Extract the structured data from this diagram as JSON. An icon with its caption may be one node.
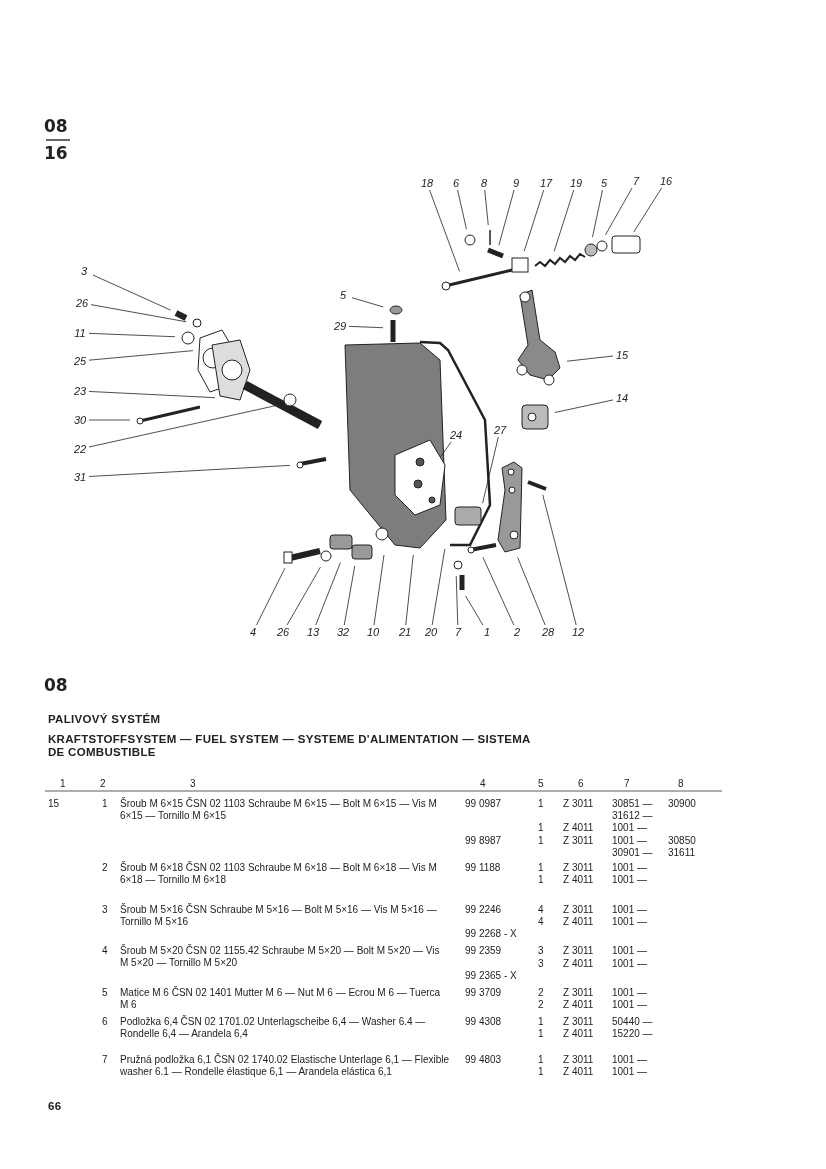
{
  "diagram": {
    "title": "PALIVOVÝ SYSTÉM",
    "nodes": [
      {
        "text": [
          "18"
        ]
      },
      {
        "text": [
          "6"
        ]
      },
      {
        "text": [
          "8"
        ]
      },
      {
        "text": [
          "9"
        ]
      },
      {
        "text": [
          "17"
        ]
      },
      {
        "text": [
          "19"
        ]
      },
      {
        "text": [
          "5"
        ]
      },
      {
        "text": [
          "7"
        ]
      },
      {
        "text": [
          "16"
        ]
      },
      {
        "text": [
          "3"
        ]
      },
      {
        "text": [
          "26"
        ]
      },
      {
        "text": [
          "11"
        ]
      },
      {
        "text": [
          "5"
        ]
      },
      {
        "text": [
          "25"
        ]
      },
      {
        "text": [
          "29"
        ]
      },
      {
        "text": [
          "15"
        ]
      },
      {
        "text": [
          "23"
        ]
      },
      {
        "text": [
          "14"
        ]
      },
      {
        "text": [
          "30"
        ]
      },
      {
        "text": [
          "24"
        ]
      },
      {
        "text": [
          "27"
        ]
      },
      {
        "text": [
          "22"
        ]
      },
      {
        "text": [
          "31"
        ]
      },
      {
        "text": [
          "4"
        ]
      },
      {
        "text": [
          "26"
        ]
      },
      {
        "text": [
          "13"
        ]
      },
      {
        "text": [
          "32"
        ]
      },
      {
        "text": [
          "10"
        ]
      },
      {
        "text": [
          "21"
        ]
      },
      {
        "text": [
          "20"
        ]
      },
      {
        "text": [
          "7"
        ]
      },
      {
        "text": [
          "1"
        ]
      },
      {
        "text": [
          "2"
        ]
      },
      {
        "text": [
          "28"
        ]
      },
      {
        "text": [
          "12"
        ]
      }
    ],
    "edges": [
      {
        "from": 0,
        "to": null,
        "arrow": "none"
      },
      {
        "from": 1,
        "to": null,
        "arrow": "none"
      },
      {
        "from": 2,
        "to": null,
        "arrow": "none"
      },
      {
        "from": 3,
        "to": null,
        "arrow": "none"
      },
      {
        "from": 4,
        "to": null,
        "arrow": "none"
      },
      {
        "from": 5,
        "to": null,
        "arrow": "none"
      },
      {
        "from": 6,
        "to": null,
        "arrow": "none"
      },
      {
        "from": 7,
        "to": null,
        "arrow": "none"
      },
      {
        "from": 8,
        "to": null,
        "arrow": "none"
      },
      {
        "from": 9,
        "to": null,
        "arrow": "none"
      },
      {
        "from": 10,
        "to": null,
        "arrow": "none"
      },
      {
        "from": 11,
        "to": null,
        "arrow": "none"
      },
      {
        "from": 12,
        "to": null,
        "arrow": "none"
      },
      {
        "from": 13,
        "to": null,
        "arrow": "none"
      },
      {
        "from": 14,
        "to": null,
        "arrow": "none"
      },
      {
        "from": 15,
        "to": null,
        "arrow": "none"
      },
      {
        "from": 16,
        "to": null,
        "arrow": "none"
      },
      {
        "from": 17,
        "to": null,
        "arrow": "none"
      },
      {
        "from": 18,
        "to": null,
        "arrow": "none"
      },
      {
        "from": 19,
        "to": null,
        "arrow": "none"
      },
      {
        "from": 20,
        "to": null,
        "arrow": "none"
      },
      {
        "from": 21,
        "to": null,
        "arrow": "none"
      },
      {
        "from": 22,
        "to": null,
        "arrow": "none"
      },
      {
        "from": 23,
        "to": null,
        "arrow": "none"
      },
      {
        "from": 24,
        "to": null,
        "arrow": "none"
      },
      {
        "from": 25,
        "to": null,
        "arrow": "none"
      },
      {
        "from": 26,
        "to": null,
        "arrow": "none"
      },
      {
        "from": 27,
        "to": null,
        "arrow": "none"
      },
      {
        "from": 28,
        "to": null,
        "arrow": "none"
      },
      {
        "from": 29,
        "to": null,
        "arrow": "none"
      },
      {
        "from": 30,
        "to": null,
        "arrow": "none"
      },
      {
        "from": 31,
        "to": null,
        "arrow": "none"
      },
      {
        "from": 32,
        "to": null,
        "arrow": "none"
      },
      {
        "from": 33,
        "to": null,
        "arrow": "none"
      },
      {
        "from": 34,
        "to": null,
        "arrow": "none"
      }
    ],
    "labels": [
      "08",
      "16",
      "08",
      "KRAFTSTOFFSYSTEM — FUEL SYSTEM — SYSTEME D'ALIMENTATION — SISTEMA DE COMBUSTIBLE",
      "1",
      "2",
      "3",
      "4",
      "5",
      "6",
      "7",
      "8",
      "15",
      "1",
      "Šroub M 6×15 ČSN 02 1103 Schraube M 6×15 — Bolt M 6×15 — Vis M 6×15 — Tornillo M 6×15",
      "99 0987",
      "1",
      "Z 3011",
      "30851 —",
      "30900",
      "31612 —",
      "1",
      "Z 4011",
      "1001 —",
      "99 8987",
      "1",
      "Z 3011",
      "1001 —",
      "30850",
      "30901 —",
      "31611",
      "2",
      "Šroub M 6×18 ČSN 02 1103 Schraube M 6×18 — Bolt M 6×18 — Vis M 6×18 — Tornillo M 6×18",
      "99 1188",
      "1",
      "Z 3011",
      "1001 —",
      "1",
      "Z 4011",
      "1001 —",
      "3",
      "Šroub M 5×16 ČSN Schraube M 5×16 — Bolt M 5×16 — Vis M 5×16 — Tornillo M 5×16",
      "99 2246",
      "4",
      "Z 3011",
      "1001 —",
      "4",
      "Z 4011",
      "1001 —",
      "99 2268 - X",
      "4",
      "Šroub M 5×20 ČSN 02 1155.42 Schraube M 5×20 — Bolt M 5×20 — Vis M 5×20 — Tornillo M 5×20",
      "99 2359",
      "3",
      "Z 3011",
      "1001 —",
      "3",
      "Z 4011",
      "1001 —",
      "99 2365 - X",
      "5",
      "Matice M 6 ČSN 02 1401 Mutter M 6 — Nut M 6 — Ecrou M 6 — Tuerca M 6",
      "99 3709",
      "2",
      "Z 3011",
      "1001 —",
      "2",
      "Z 4011",
      "1001 —",
      "6",
      "Podložka 6,4 ČSN 02 1701.02 Unterlagscheibe 6,4 — Washer 6.4 — Rondelle 6,4 — Arandela 6,4",
      "99 4308",
      "1",
      "Z 3011",
      "50440 —",
      "1",
      "Z 4011",
      "15220 —",
      "7",
      "Pružná podložka 6,1 ČSN 02 1740.02 Elastische Unterlage 6,1 — Flexible washer 6.1 — Rondelle élastique 6,1 — Arandela elástica 6,1",
      "99 4803",
      "1",
      "Z 3011",
      "1001 —",
      "1",
      "Z 4011",
      "1001 —",
      "66"
    ]
  }
}
